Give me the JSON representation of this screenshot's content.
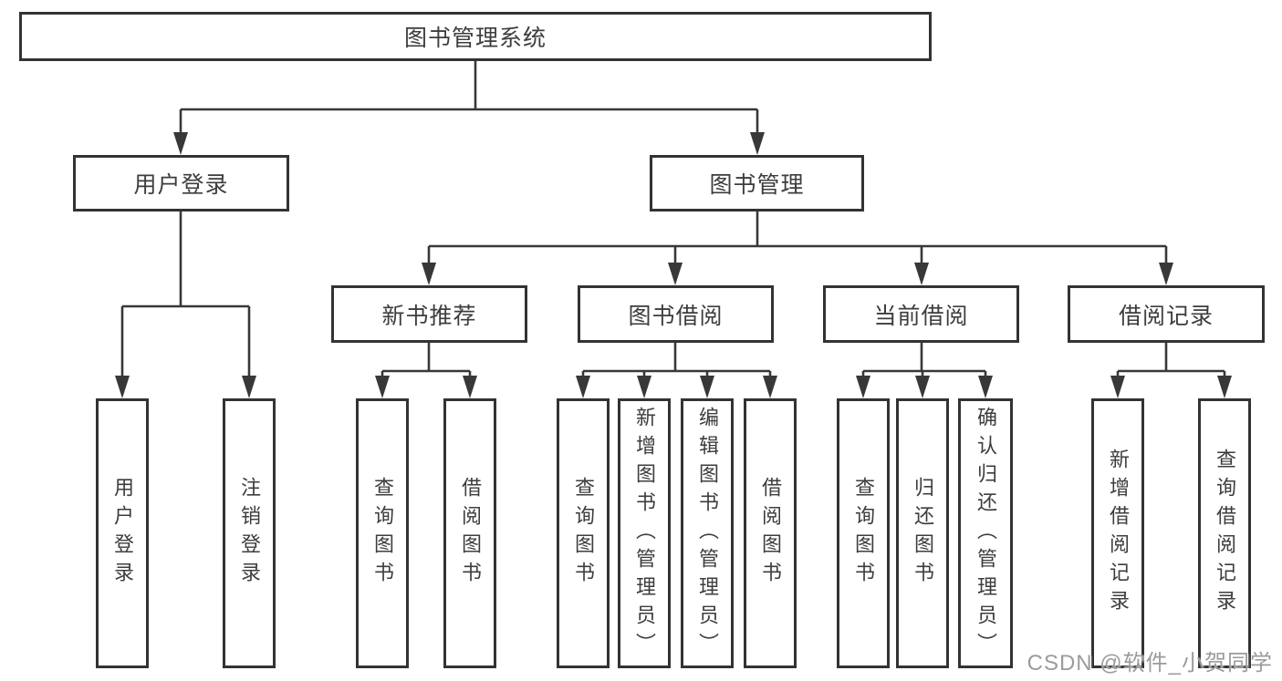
{
  "diagram": {
    "root": {
      "label": "图书管理系统"
    },
    "login": {
      "label": "用户登录",
      "children": [
        "用户登录",
        "注销登录"
      ]
    },
    "mgmt": {
      "label": "图书管理",
      "sections": [
        {
          "label": "新书推荐",
          "children": [
            "查询图书",
            "借阅图书"
          ]
        },
        {
          "label": "图书借阅",
          "children": [
            "查询图书",
            "新增图书（管理员）",
            "编辑图书（管理员）",
            "借阅图书"
          ]
        },
        {
          "label": "当前借阅",
          "children": [
            "查询图书",
            "归还图书",
            "确认归还（管理员）"
          ]
        },
        {
          "label": "借阅记录",
          "children": [
            "新增借阅记录",
            "查询借阅记录"
          ]
        }
      ]
    },
    "watermark": "CSDN @软件_小贺同学",
    "colors": {
      "line": "#383838",
      "border": "#333333",
      "text": "#3d3d3d",
      "watermark": "#9b9b9b",
      "background": "#ffffff"
    }
  }
}
